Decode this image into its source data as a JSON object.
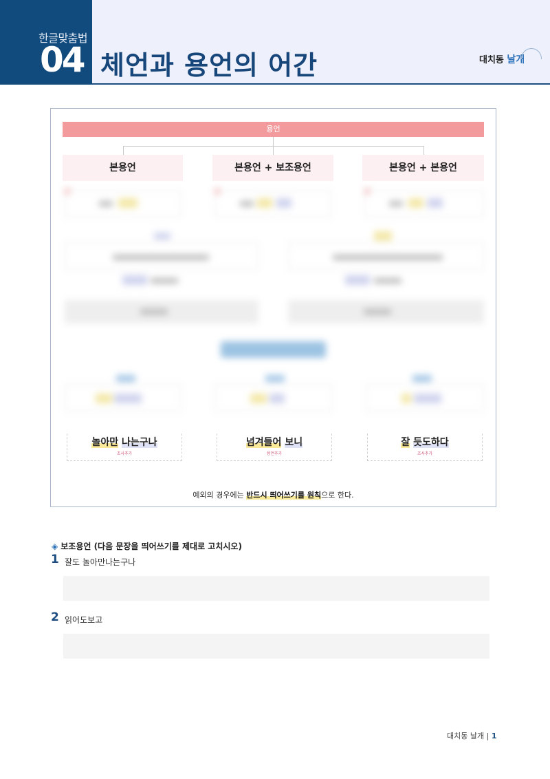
{
  "header": {
    "subtitle": "한글맞춤법",
    "number": "04",
    "title": "체언과 용언의 어간",
    "logo_main": "대치동",
    "logo_accent": "날개"
  },
  "diagram": {
    "top_label": "용언",
    "categories": [
      "본용언",
      "본용언 + 보조용언",
      "본용언 + 본용언"
    ],
    "results": [
      {
        "text_a": "놀아만",
        "text_b": "나는구나",
        "note": "조사추가"
      },
      {
        "text_a": "넘겨들어",
        "text_b": "보니",
        "note": "용언추가"
      },
      {
        "text_a": "잘",
        "text_b": "듯도하다",
        "note": "조사추가"
      }
    ],
    "footnote_pre": "예외의 경우에는 ",
    "footnote_bold": "반드시 띄어쓰기를 원칙",
    "footnote_post": "으로 한다."
  },
  "exercise": {
    "heading_icon": "diamond-icon",
    "heading": "보조용언 (다음 문장을 띄어쓰기를 제대로 고치시오)",
    "questions": [
      {
        "number": "1",
        "text": "잘도 놀아만나는구나"
      },
      {
        "number": "2",
        "text": "읽어도보고"
      }
    ]
  },
  "footer": {
    "label": "대치동 날개",
    "separator": "|",
    "page": "1"
  },
  "colors": {
    "brand_blue": "#114a7c",
    "header_bg": "#eef0fb",
    "pink_bar": "#f39a9d",
    "pink_soft": "#fdf0f2"
  }
}
